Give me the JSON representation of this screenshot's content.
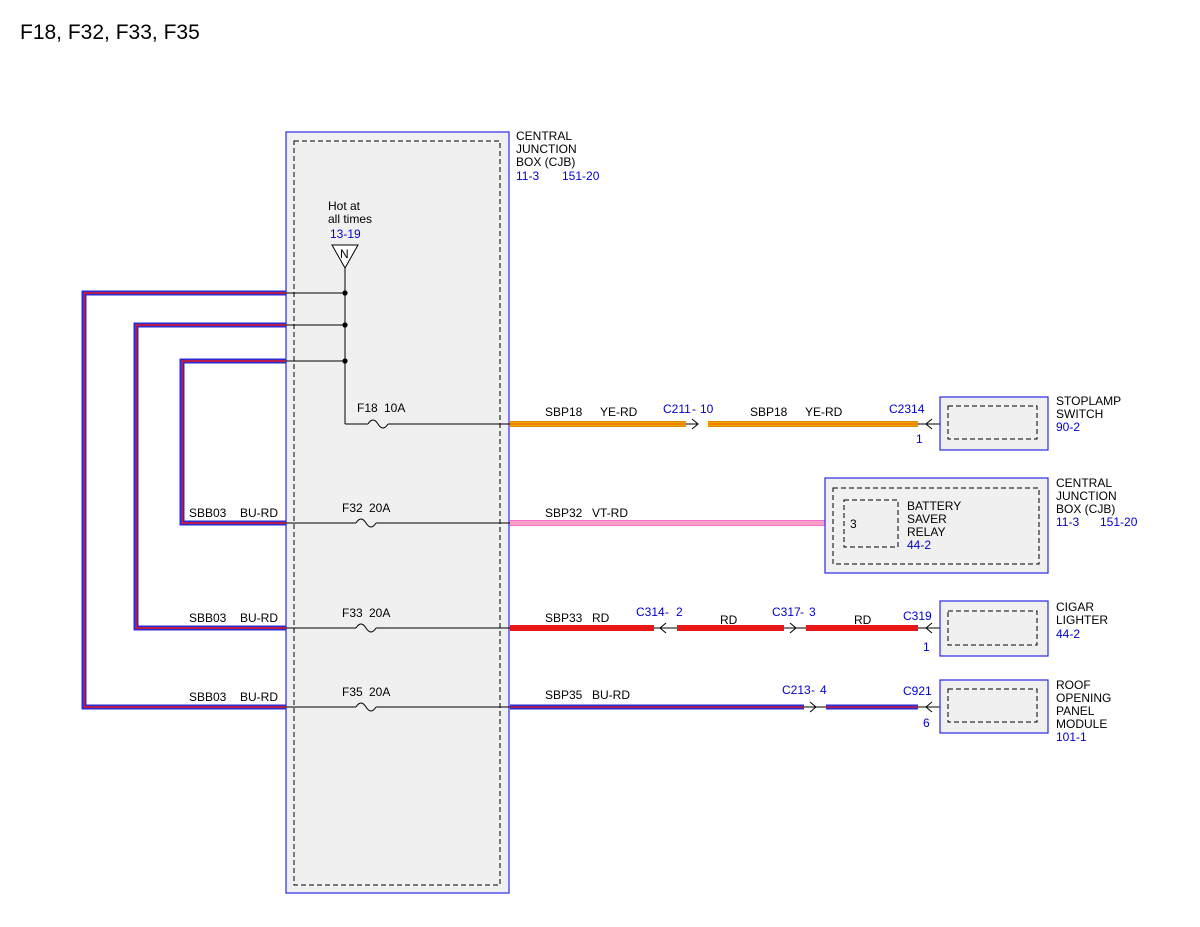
{
  "title": "F18, F32, F33, F35",
  "cjb": {
    "line1": "CENTRAL",
    "line2": "JUNCTION",
    "line3": "BOX (CJB)",
    "ref1": "11-3",
    "ref2": "151-20"
  },
  "power": {
    "line1": "Hot at",
    "line2": "all times",
    "ref": "13-19",
    "symbol": "N"
  },
  "fuses": {
    "f18": {
      "name": "F18",
      "rating": "10A"
    },
    "f32": {
      "name": "F32",
      "rating": "20A"
    },
    "f33": {
      "name": "F33",
      "rating": "20A"
    },
    "f35": {
      "name": "F35",
      "rating": "20A"
    }
  },
  "feed": {
    "circuit": "SBB03",
    "color": "BU-RD"
  },
  "circuits": {
    "sbp18": {
      "circuit": "SBP18",
      "color": "YE-RD",
      "connector1": "C211",
      "pin1": "10",
      "connector2": "C2314",
      "pin2": "1"
    },
    "sbp32": {
      "circuit": "SBP32",
      "color": "VT-RD",
      "pin": "3"
    },
    "sbp33": {
      "circuit": "SBP33",
      "color": "RD",
      "color2": "RD",
      "color3": "RD",
      "connector1": "C314",
      "pin1": "2",
      "connector2": "C317",
      "pin2": "3",
      "connector3": "C319",
      "pin3": "1"
    },
    "sbp35": {
      "circuit": "SBP35",
      "color": "BU-RD",
      "connector1": "C213",
      "pin1": "4",
      "connector2": "C921",
      "pin2": "6"
    }
  },
  "components": {
    "stoplamp": {
      "line1": "STOPLAMP",
      "line2": "SWITCH",
      "ref": "90-2"
    },
    "cjb2": {
      "line1": "CENTRAL",
      "line2": "JUNCTION",
      "line3": "BOX (CJB)",
      "ref1": "11-3",
      "ref2": "151-20"
    },
    "relay": {
      "line1": "BATTERY",
      "line2": "SAVER",
      "line3": "RELAY",
      "ref": "44-2"
    },
    "cigar": {
      "line1": "CIGAR",
      "line2": "LIGHTER",
      "ref": "44-2"
    },
    "roof": {
      "line1": "ROOF",
      "line2": "OPENING",
      "line3": "PANEL",
      "line4": "MODULE",
      "ref": "101-1"
    }
  },
  "colors": {
    "blue": "#2b2bd6",
    "red": "#e81818",
    "yellow": "#f5c400",
    "orange": "#e08a00",
    "violet": "#f06ec8",
    "pink": "#ffd0ec",
    "ref_text": "#0000cc"
  }
}
